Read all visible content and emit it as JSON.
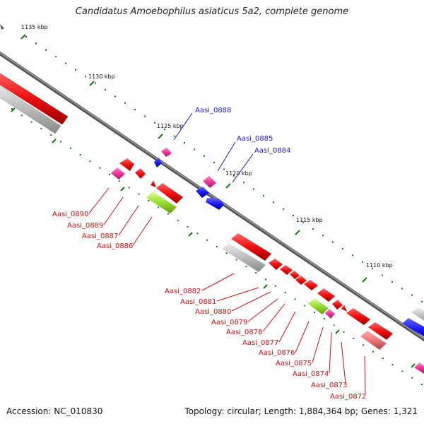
{
  "header": {
    "title": "Candidatus Amoebophilus asiaticus 5a2, complete genome"
  },
  "footer": {
    "accession": "Accession: NC_010830",
    "summary": "Topology: circular; Length: 1,884,364 bp; Genes: 1,321"
  },
  "ticks": [
    "1135 kbp",
    "1130 kbp",
    "1125 kbp",
    "1120 kbp",
    "1115 kbp",
    "1110 kbp"
  ],
  "labels": {
    "forward": [
      "Aasi_0888",
      "Aasi_0885",
      "Aasi_0884"
    ],
    "reverse_upper": [
      "Aasi_0890",
      "Aasi_0889",
      "Aasi_0887",
      "Aasi_0886"
    ],
    "reverse_lower": [
      "Aasi_0882",
      "Aasi_0881",
      "Aasi_0880",
      "Aasi_0879",
      "Aasi_0878",
      "Aasi_0877",
      "Aasi_0876",
      "Aasi_0875",
      "Aasi_0874",
      "Aasi_0873",
      "Aasi_0872"
    ]
  },
  "colors": {
    "cds": "#ee1111",
    "forward_cds": "#1a1aee",
    "pink_feature": "#ee3399",
    "grey_feature": "#bbbbbb",
    "green_feature": "#99dd33",
    "salmon_feature": "#ee7777",
    "tick_green": "#117711",
    "forward_label": "#1a1acc",
    "reverse_label": "#cc1111",
    "backbone": "#777777"
  }
}
